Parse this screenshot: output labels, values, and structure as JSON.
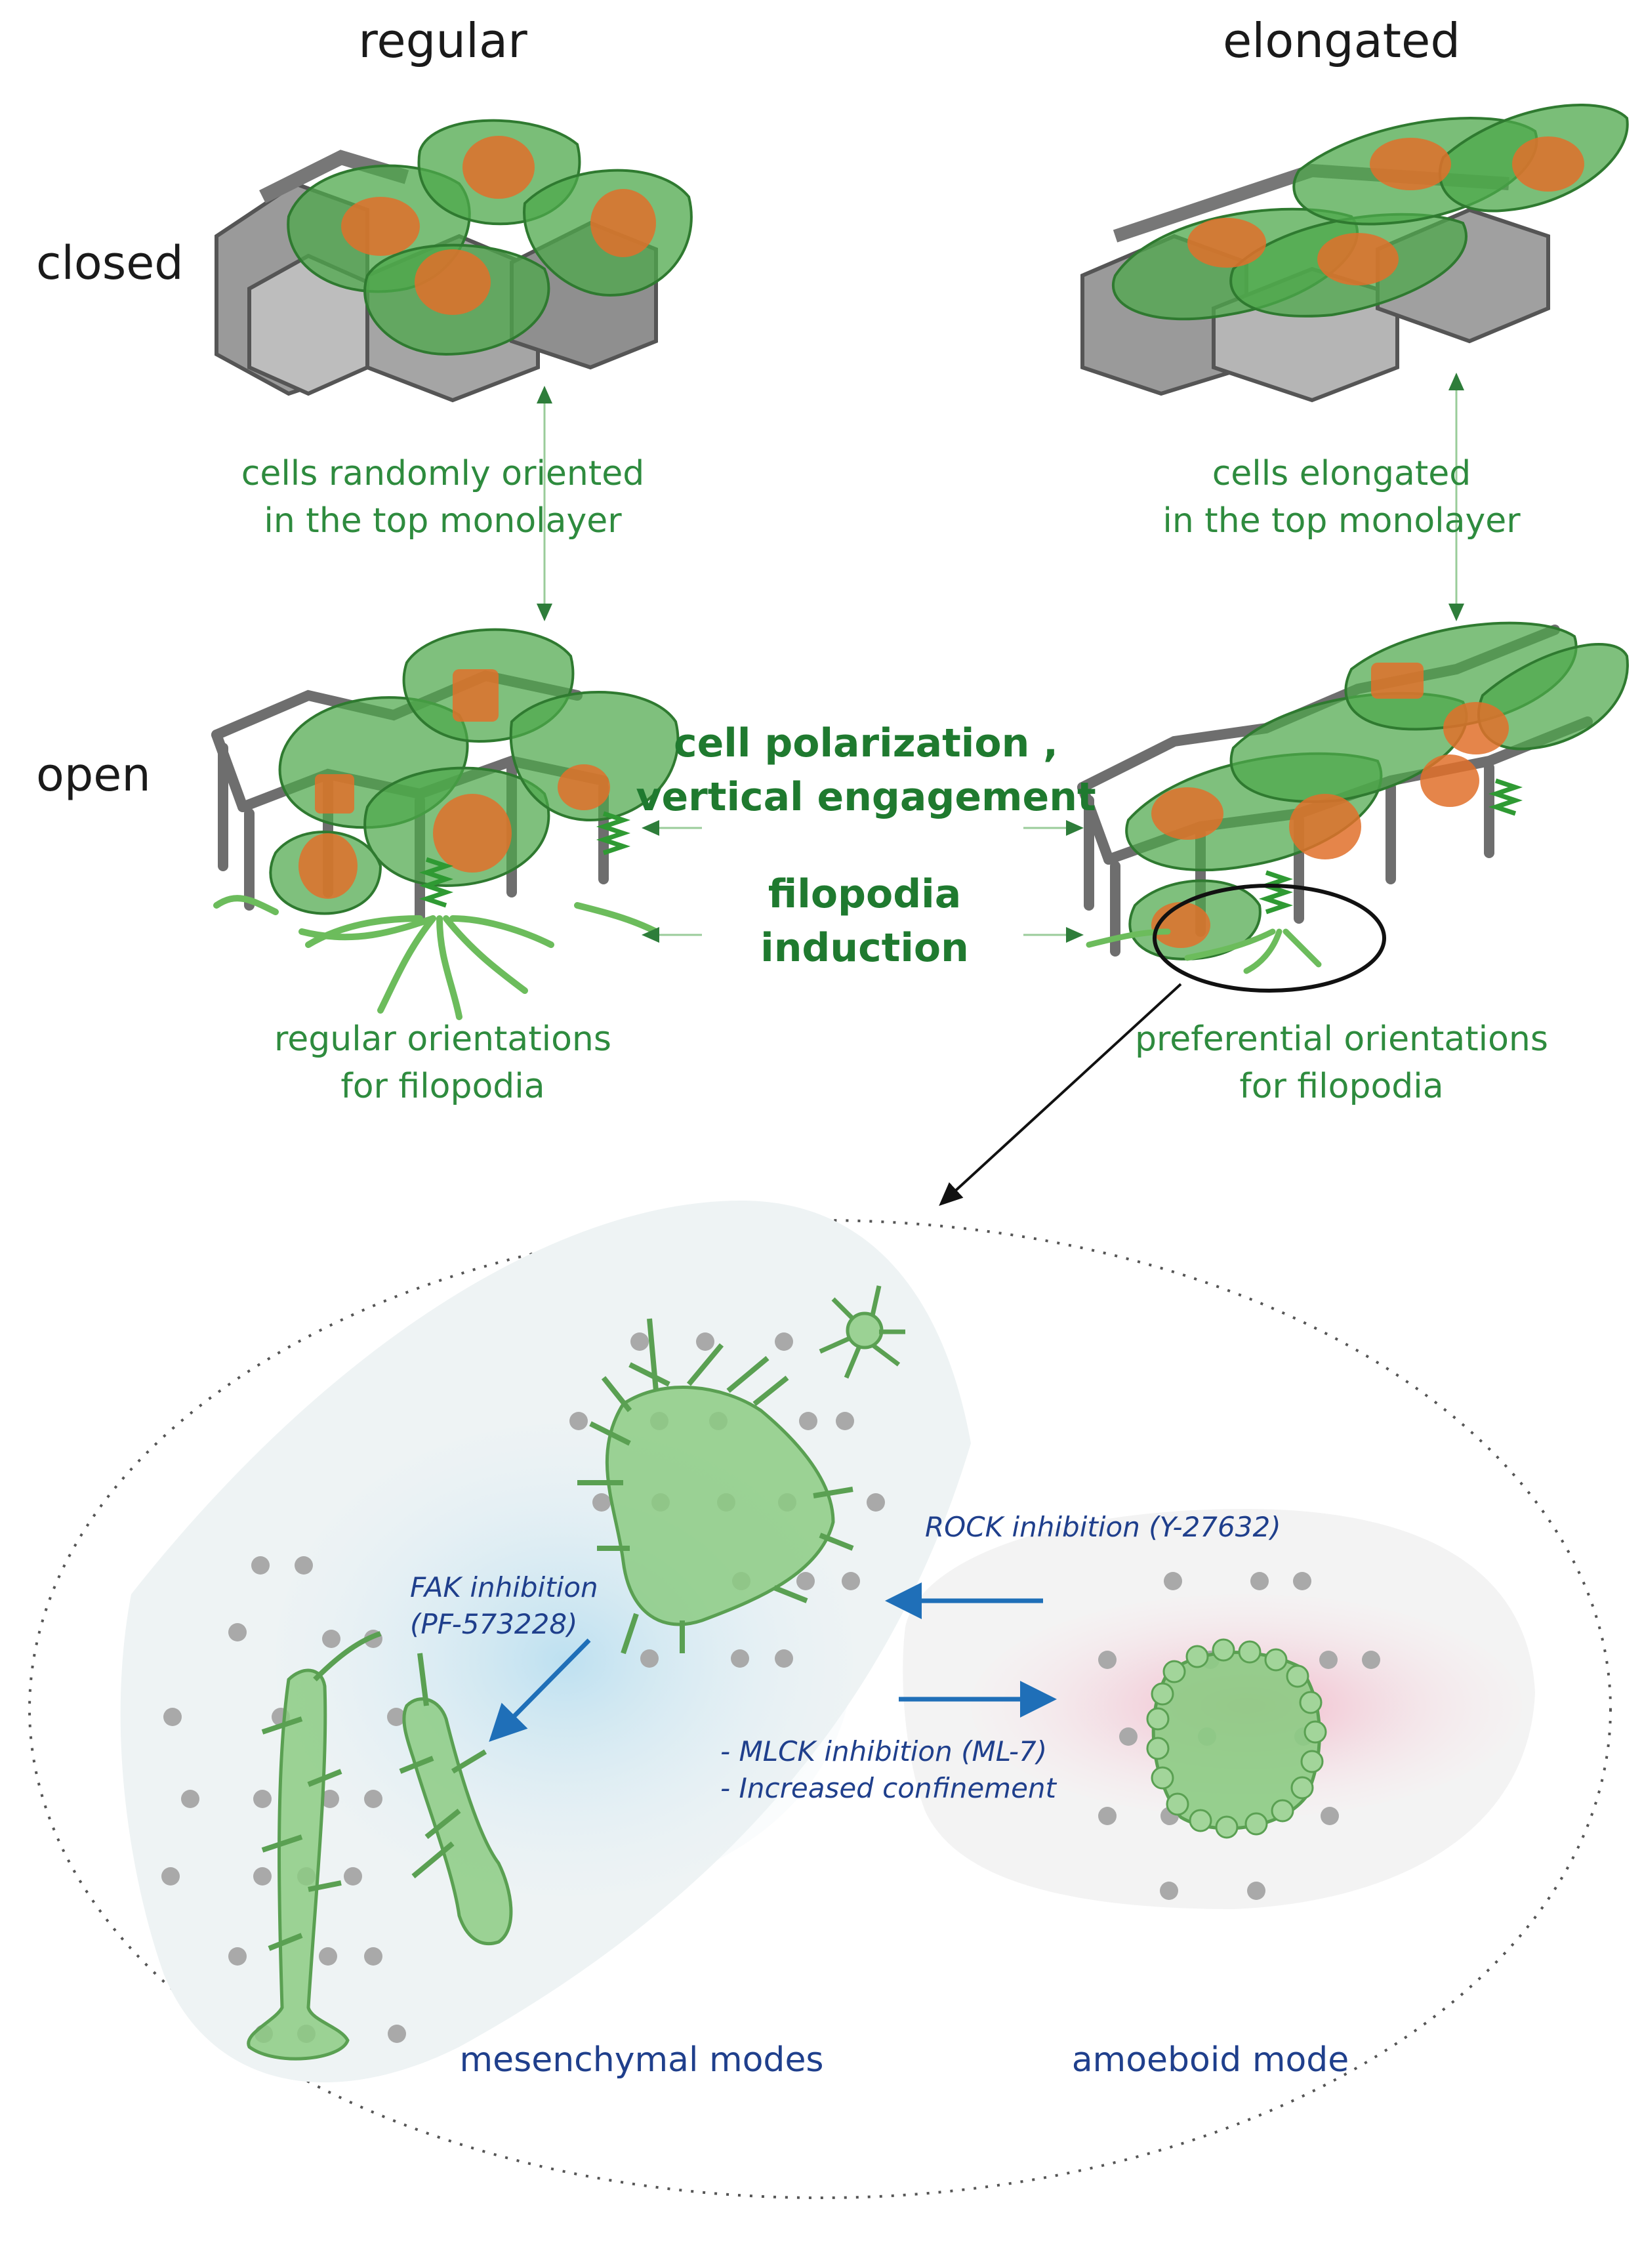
{
  "columns": {
    "left": "regular",
    "right": "elongated"
  },
  "rows": {
    "top": "closed",
    "bottom": "open"
  },
  "notes": {
    "left_top_1": "cells randomly oriented",
    "left_top_2": "in the top monolayer",
    "right_top_1": "cells elongated",
    "right_top_2": "in the top monolayer",
    "left_bottom_1": "regular orientations",
    "left_bottom_2": "for filopodia",
    "right_bottom_1": "preferential orientations",
    "right_bottom_2": "for filopodia"
  },
  "center": {
    "polarization_1": "cell polarization ,",
    "polarization_2": "vertical engagement",
    "filopodia_1": "filopodia",
    "filopodia_2": "induction"
  },
  "inset": {
    "fak_1": "FAK inhibition",
    "fak_2": "(PF-573228)",
    "rock": "ROCK inhibition (Y-27632)",
    "mlck": "- MLCK inhibition (ML-7)",
    "confinement": "- Increased confinement",
    "mesenchymal": "mesenchymal modes",
    "amoeboid": "amoeboid mode"
  },
  "colors": {
    "cell_green": "#5fb35a",
    "nucleus_orange": "#e07a2e",
    "scaffold_gray": "#8c8c8c",
    "label_green": "#2e8b3e",
    "label_blue": "#1f3f8c",
    "arrow_blue": "#1f6fb8",
    "amoeboid_glow": "#f3b8c8",
    "mesenchymal_glow": "#bfe0ef"
  },
  "icons": {
    "arrow_up_down": "double-arrow-icon",
    "arrow_left_right": "double-arrow-icon",
    "spring": "spring-icon",
    "magnifier_ellipse": "ellipse-highlight-icon"
  }
}
